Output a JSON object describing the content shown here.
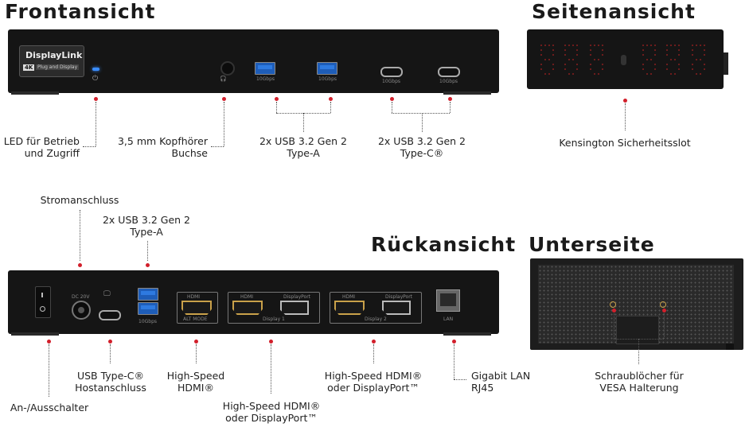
{
  "headings": {
    "front": "Frontansicht",
    "side": "Seitenansicht",
    "rear": "Rückansicht",
    "bottom": "Unterseite"
  },
  "device": {
    "logo_brand": "DisplayLink",
    "logo_badge": "4K",
    "logo_sub": "Plug and Display",
    "speed_10gbps": "10Gbps",
    "dc_label": "DC 20V",
    "lan_label": "LAN",
    "alt_mode": "ALT MODE",
    "hdmi": "HDMI",
    "displayport": "DisplayPort",
    "display1": "Display 1",
    "display2": "Display 2"
  },
  "labels": {
    "led": [
      "LED für Betrieb",
      "und Zugriff"
    ],
    "headphone": [
      "3,5 mm Kopfhörer",
      "Buchse"
    ],
    "front_usba": [
      "2x USB 3.2 Gen 2",
      "Type-A"
    ],
    "front_usbc": [
      "2x USB 3.2 Gen 2",
      "Type-C®"
    ],
    "kensington": [
      "Kensington Sicherheitsslot"
    ],
    "power_in": [
      "Stromanschluss"
    ],
    "rear_usba": [
      "2x USB 3.2 Gen 2",
      "Type-A"
    ],
    "switch": [
      "An-/Ausschalter"
    ],
    "usbc_host": [
      "USB Type-C®",
      "Hostanschluss"
    ],
    "hdmi_single": [
      "High-Speed",
      "HDMI®"
    ],
    "hdmi_dp_1": [
      "High-Speed HDMI®",
      "oder DisplayPort™"
    ],
    "hdmi_dp_2": [
      "High-Speed HDMI®",
      "oder DisplayPort™"
    ],
    "lan": [
      "Gigabit LAN",
      "RJ45"
    ],
    "vesa": [
      "Schraublöcher für",
      "VESA Halterung"
    ]
  },
  "colors": {
    "accent_red": "#d21f2b",
    "usb_blue": "#1e5db8",
    "hdmi_gold": "#c9a14a",
    "led_blue": "#3a8dff"
  }
}
